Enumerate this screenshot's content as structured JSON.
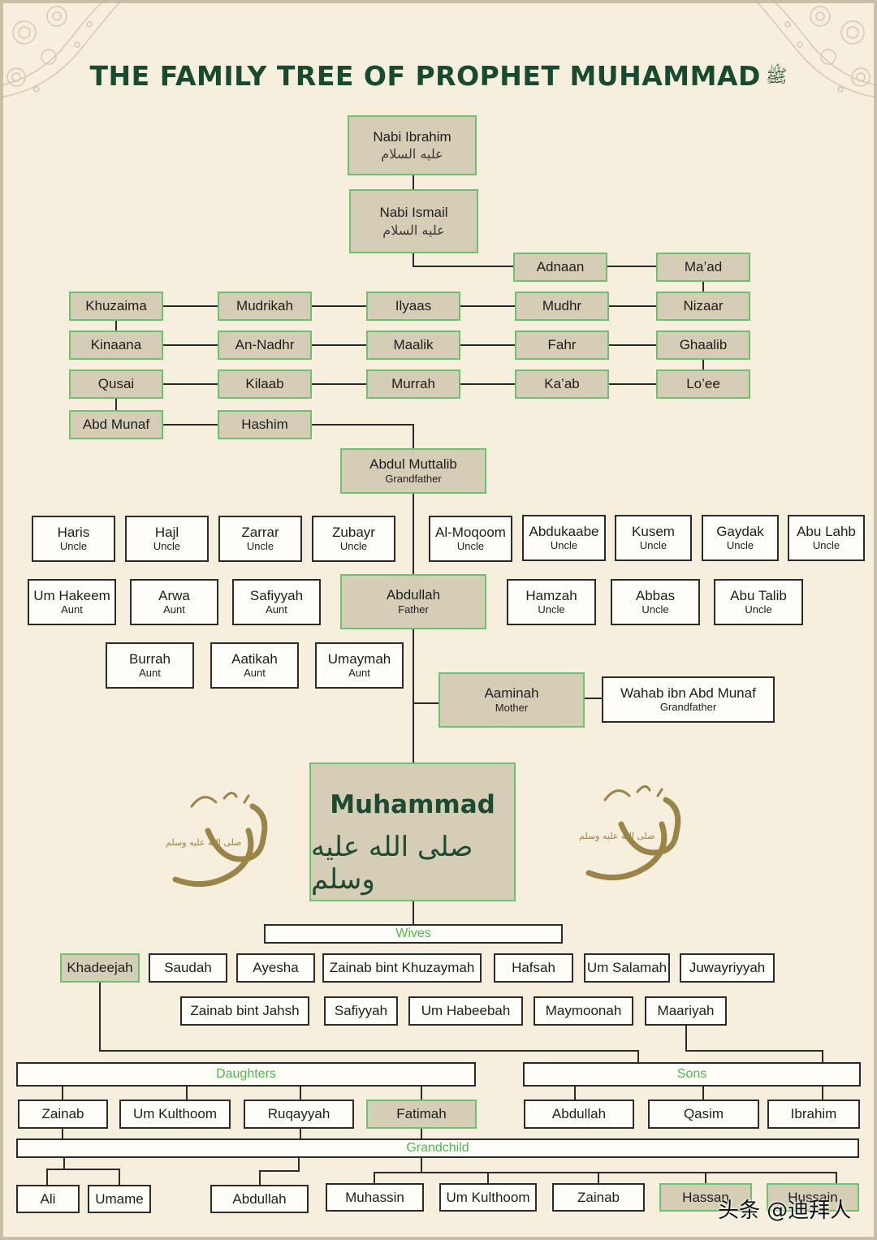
{
  "title": {
    "text": "THE FAMILY TREE OF PROPHET MUHAMMAD",
    "honorific": "ﷺ"
  },
  "ancestors": {
    "ibrahim": {
      "name": "Nabi Ibrahim",
      "arabic": "عليه السلام"
    },
    "ismail": {
      "name": "Nabi Ismail",
      "arabic": "عليه السلام"
    },
    "adnaan": "Adnaan",
    "maad": "Ma’ad",
    "nizaar": "Nizaar",
    "mudhr": "Mudhr",
    "ilyaas": "Ilyaas",
    "mudrikah": "Mudrikah",
    "khuzaima": "Khuzaima",
    "kinaana": "Kinaana",
    "an_nadhr": "An-Nadhr",
    "maalik": "Maalik",
    "fahr": "Fahr",
    "ghaalib": "Ghaalib",
    "loee": "Lo’ee",
    "kaab": "Ka’ab",
    "murrah": "Murrah",
    "kilaab": "Kilaab",
    "qusai": "Qusai",
    "abd_munaf": "Abd Munaf",
    "hashim": "Hashim"
  },
  "grandfather": {
    "name": "Abdul Muttalib",
    "role": "Grandfather"
  },
  "relatives": [
    {
      "name": "Haris",
      "role": "Uncle"
    },
    {
      "name": "Hajl",
      "role": "Uncle"
    },
    {
      "name": "Zarrar",
      "role": "Uncle"
    },
    {
      "name": "Zubayr",
      "role": "Uncle"
    },
    {
      "name": "Al-Moqoom",
      "role": "Uncle"
    },
    {
      "name": "Abdukaabe",
      "role": "Uncle"
    },
    {
      "name": "Kusem",
      "role": "Uncle"
    },
    {
      "name": "Gaydak",
      "role": "Uncle"
    },
    {
      "name": "Abu Lahb",
      "role": "Uncle"
    },
    {
      "name": "Um Hakeem",
      "role": "Aunt"
    },
    {
      "name": "Arwa",
      "role": "Aunt"
    },
    {
      "name": "Safiyyah",
      "role": "Aunt"
    },
    {
      "name": "Hamzah",
      "role": "Uncle"
    },
    {
      "name": "Abbas",
      "role": "Uncle"
    },
    {
      "name": "Abu Talib",
      "role": "Uncle"
    },
    {
      "name": "Burrah",
      "role": "Aunt"
    },
    {
      "name": "Aatikah",
      "role": "Aunt"
    },
    {
      "name": "Umaymah",
      "role": "Aunt"
    }
  ],
  "father": {
    "name": "Abdullah",
    "role": "Father"
  },
  "mother": {
    "name": "Aaminah",
    "role": "Mother"
  },
  "maternal_grandfather": {
    "name": "Wahab ibn Abd Munaf",
    "role": "Grandfather"
  },
  "muhammad": {
    "name": "Muhammad",
    "arabic": "صلى الله عليه وسلم",
    "calligraphy": "محمد",
    "calligraphy_small": "صلى الله عليه وسلم"
  },
  "wives_label": "Wives",
  "wives": [
    "Khadeejah",
    "Saudah",
    "Ayesha",
    "Zainab bint Khuzaymah",
    "Hafsah",
    "Um Salamah",
    "Juwayriyyah",
    "Zainab bint Jahsh",
    "Safiyyah",
    "Um Habeebah",
    "Maymoonah",
    "Maariyah"
  ],
  "daughters_label": "Daughters",
  "daughters": [
    "Zainab",
    "Um Kulthoom",
    "Ruqayyah",
    "Fatimah"
  ],
  "sons_label": "Sons",
  "sons": [
    "Abdullah",
    "Qasim",
    "Ibrahim"
  ],
  "grandchild_label": "Grandchild",
  "grandchildren": [
    "Ali",
    "Umame",
    "Abdullah",
    "Muhassin",
    "Um Kulthoom",
    "Zainab",
    "Hassan",
    "Hussain"
  ],
  "watermark": "头条 @迪拜人",
  "colors": {
    "background": "#f6efde",
    "title": "#184a30",
    "highlight_fill": "#d5cdb5",
    "highlight_border": "#6cc26f",
    "label_green": "#4fb74f",
    "calligraphy_gold": "#9a8447"
  }
}
